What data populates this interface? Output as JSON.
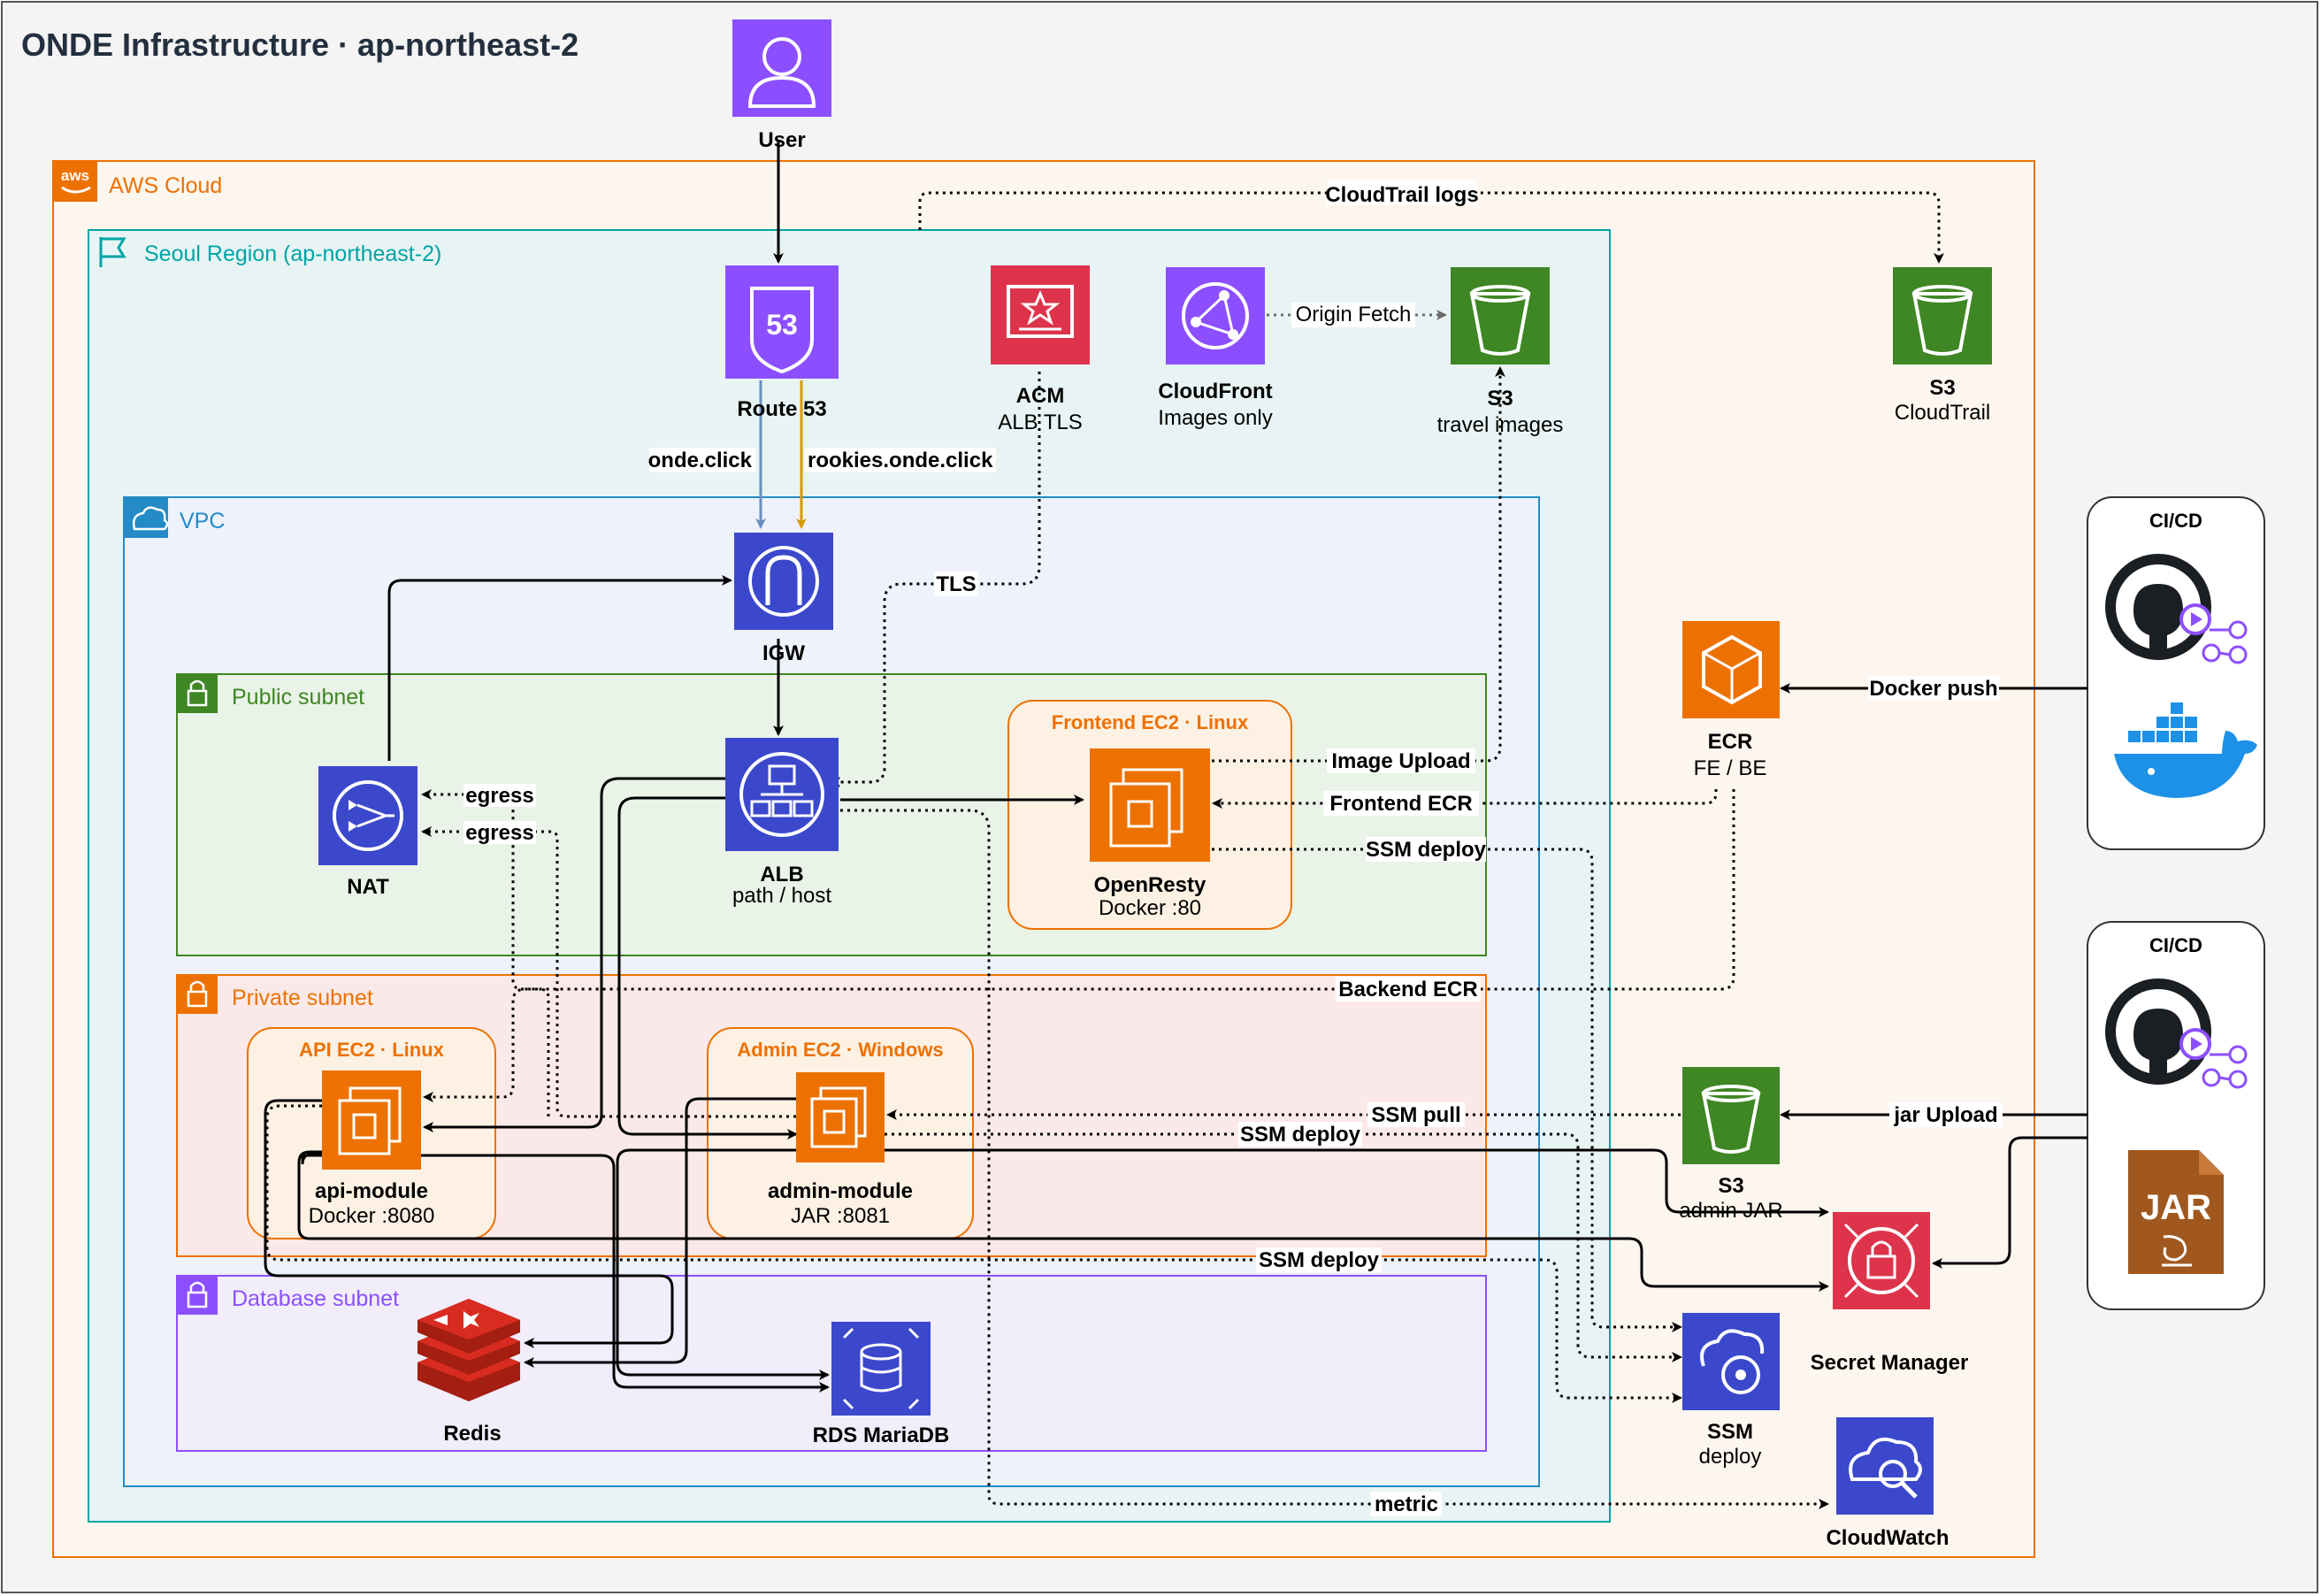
{
  "title": "ONDE Infrastructure · ap-northeast-2",
  "groups": {
    "aws_cloud": "AWS Cloud",
    "region": "Seoul Region (ap-northeast-2)",
    "vpc": "VPC",
    "public_subnet": "Public subnet",
    "private_subnet": "Private subnet",
    "database_subnet": "Database subnet",
    "frontend_ec2": "Frontend EC2 · Linux",
    "api_ec2": "API EC2 · Linux",
    "admin_ec2": "Admin EC2 · Windows",
    "cicd_top": "CI/CD",
    "cicd_bottom": "CI/CD"
  },
  "nodes": {
    "user": {
      "name": "User"
    },
    "route53": {
      "name": "Route 53"
    },
    "acm": {
      "name": "ACM",
      "sub": "ALB TLS"
    },
    "cloudfront": {
      "name": "CloudFront",
      "sub": "Images only"
    },
    "s3_travel": {
      "name": "S3",
      "sub": "travel images"
    },
    "s3_cloudtrail": {
      "name": "S3",
      "sub": "CloudTrail"
    },
    "igw": {
      "name": "IGW"
    },
    "nat": {
      "name": "NAT"
    },
    "alb": {
      "name": "ALB",
      "sub": "path / host"
    },
    "openresty": {
      "name": "OpenResty",
      "sub": "Docker :80"
    },
    "ecr": {
      "name": "ECR",
      "sub": "FE / BE"
    },
    "api_module": {
      "name": "api-module",
      "sub": "Docker :8080"
    },
    "admin_module": {
      "name": "admin-module",
      "sub": "JAR :8081"
    },
    "s3_admin": {
      "name": "S3",
      "sub": "admin JAR"
    },
    "secret_manager": {
      "name": "Secret Manager"
    },
    "redis": {
      "name": "Redis"
    },
    "rds": {
      "name": "RDS MariaDB"
    },
    "ssm": {
      "name": "SSM",
      "sub": "deploy"
    },
    "cloudwatch": {
      "name": "CloudWatch"
    },
    "jar": {
      "text": "JAR"
    }
  },
  "edges": {
    "cloudtrail_logs": "CloudTrail logs",
    "origin_fetch": "Origin Fetch",
    "onde_click": "onde.click",
    "rookies_click": "rookies.onde.click",
    "tls": "TLS",
    "egress_1": "egress",
    "egress_2": "egress",
    "image_upload": "Image Upload",
    "frontend_ecr": "Frontend ECR",
    "ssm_deploy_fe": "SSM deploy",
    "docker_push": "Docker push",
    "backend_ecr": "Backend ECR",
    "ssm_pull": "SSM pull",
    "ssm_deploy_admin": "SSM deploy",
    "jar_upload": "jar Upload",
    "ssm_deploy_api": "SSM deploy",
    "metric": "metric"
  },
  "colors": {
    "purple": "#8C4FFF",
    "orange": "#ED7100",
    "red": "#DD344C",
    "green": "#3F8624",
    "blue": "#3B48CC",
    "region": "#00A4A6",
    "route_blue": "#6C8EBF",
    "route_orange": "#D79B00"
  }
}
